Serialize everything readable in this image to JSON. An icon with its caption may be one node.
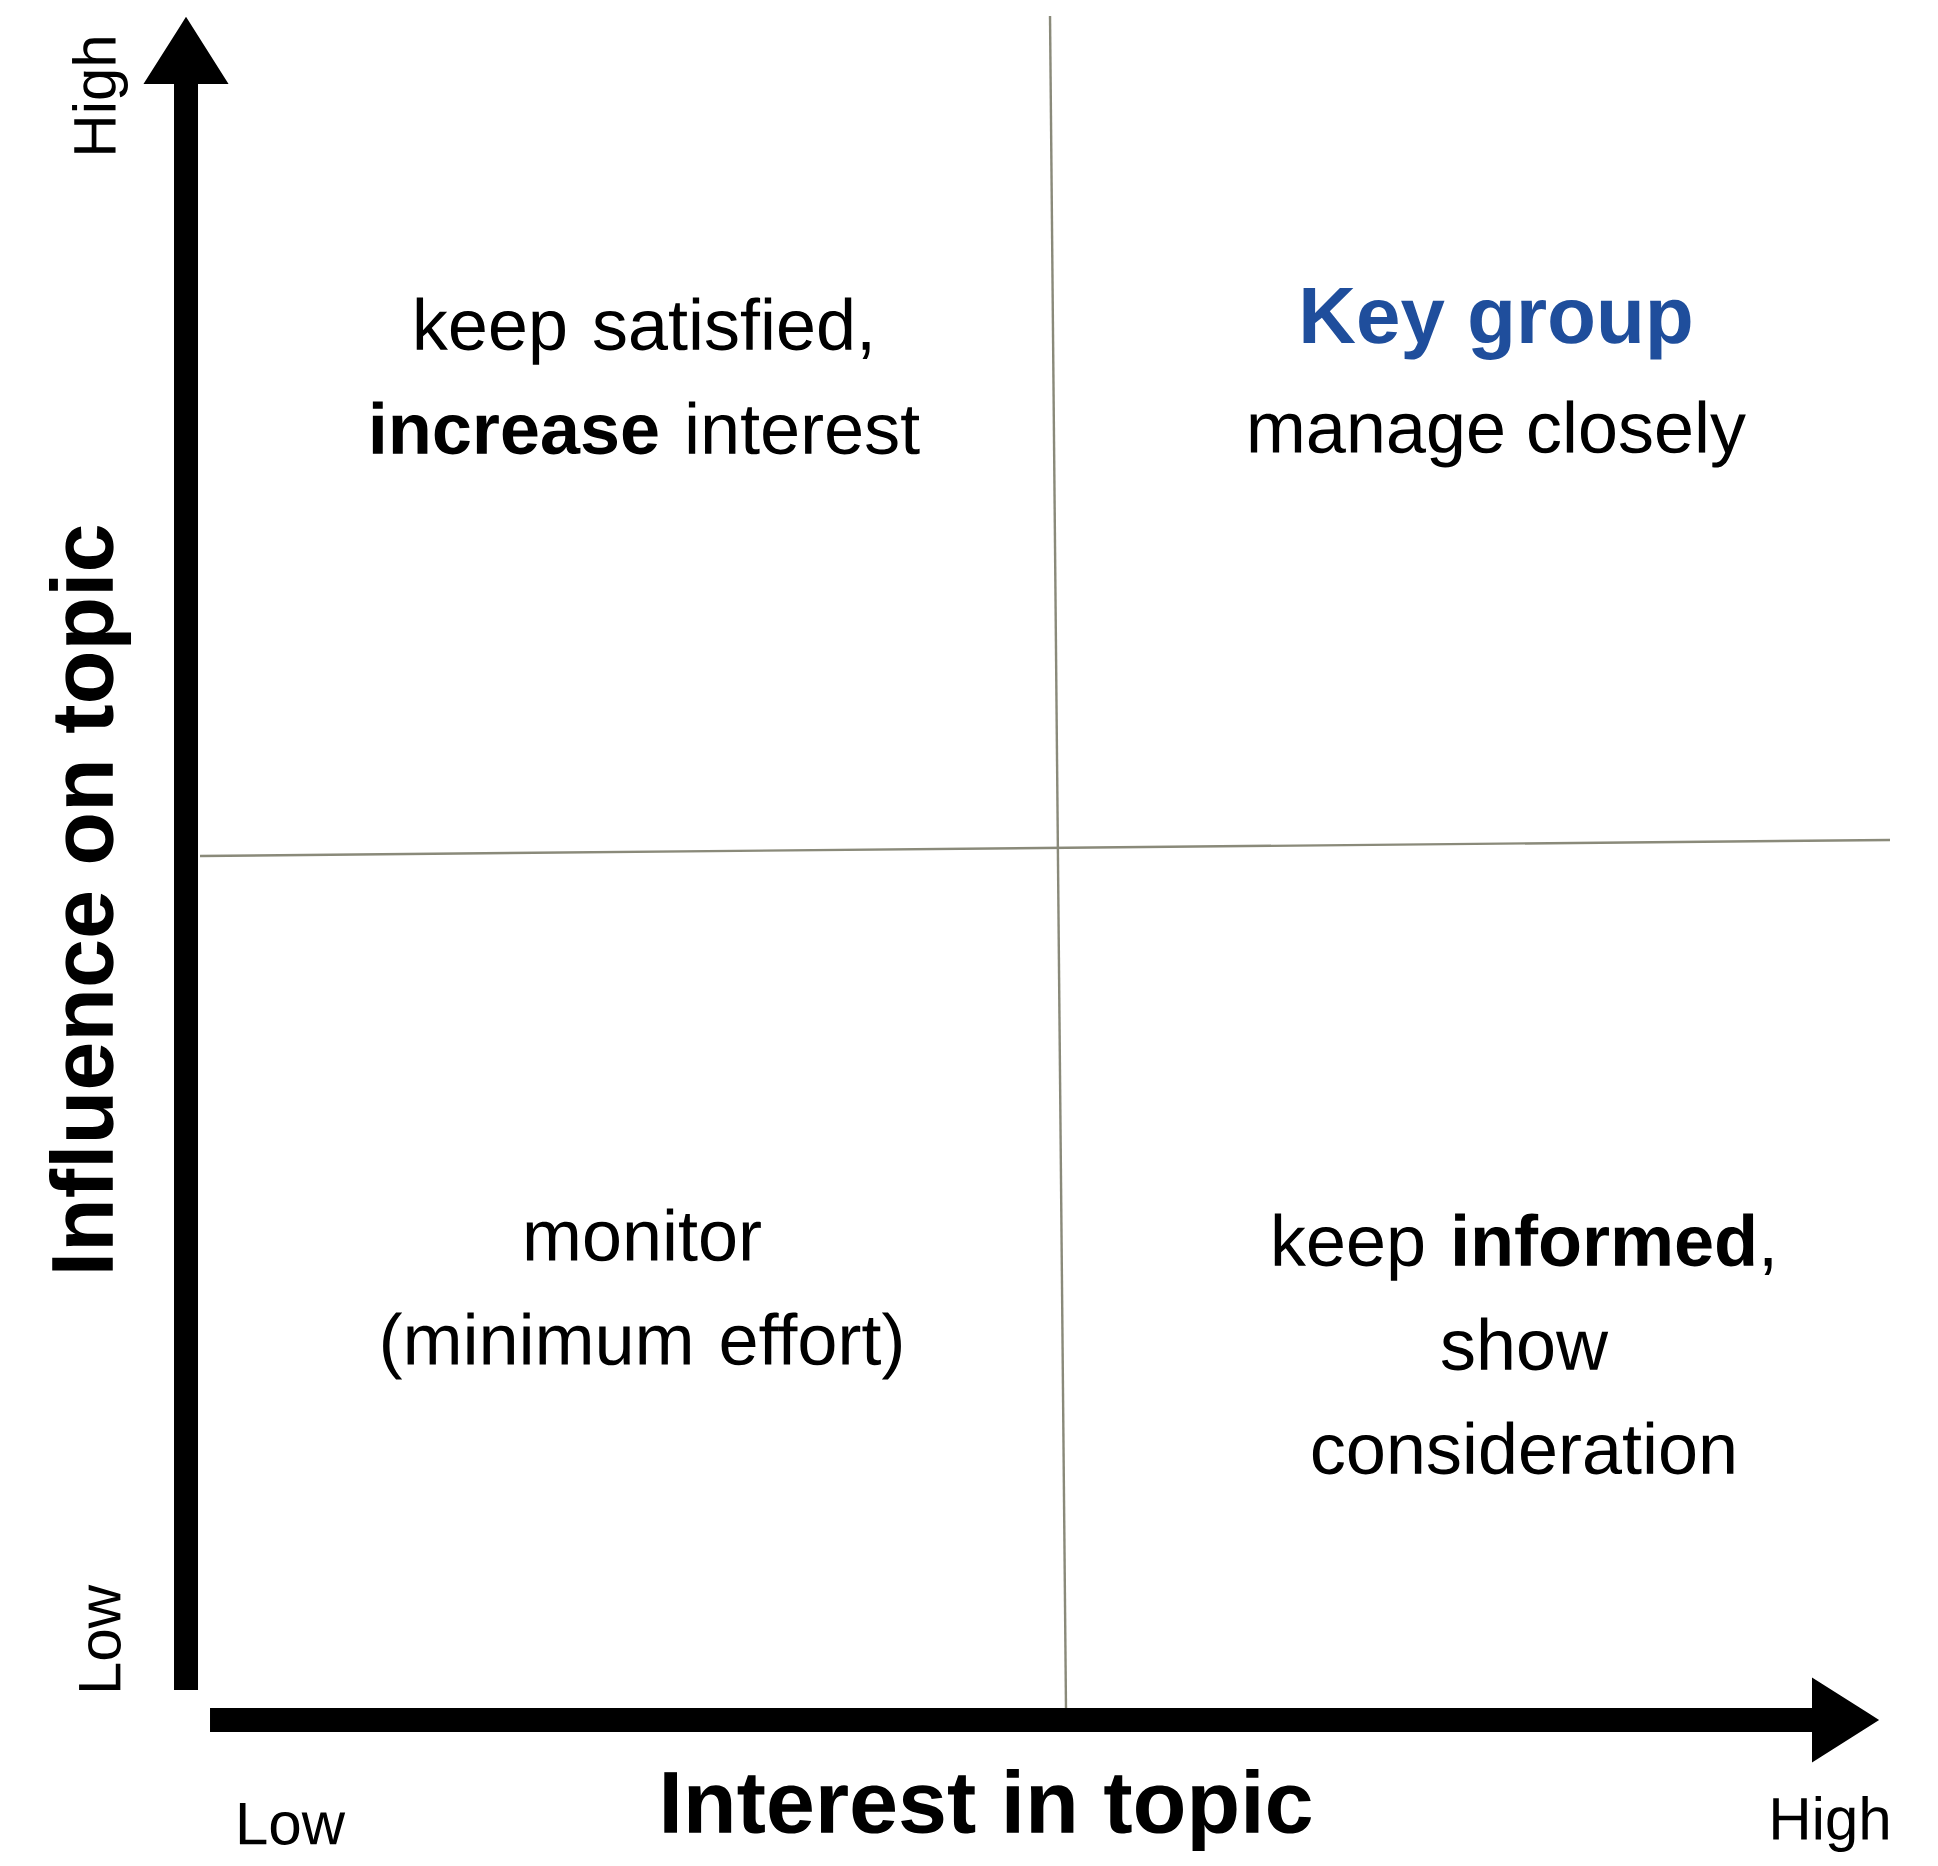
{
  "diagram": {
    "labels": [
      "High",
      "keep satisfied, **increase** interest",
      "Key group",
      "manage closely",
      "Influence on topic",
      "monitor (minimum effort)",
      "keep **informed**, show consideration",
      "Low",
      "Low",
      "Interest in topic",
      "High"
    ]
  }
}
